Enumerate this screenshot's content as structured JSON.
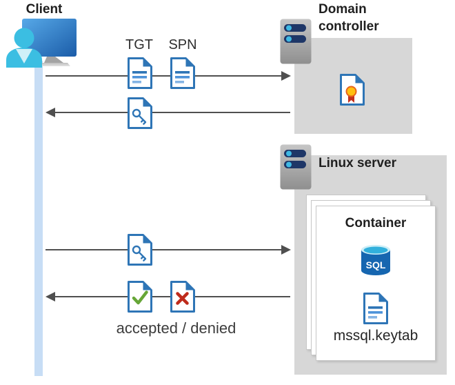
{
  "client": {
    "label": "Client"
  },
  "domain_controller": {
    "label": "Domain controller"
  },
  "linux_server": {
    "label": "Linux server"
  },
  "container": {
    "label": "Container",
    "sql_label": "SQL",
    "keytab_label": "mssql.keytab"
  },
  "messages": {
    "tgt_label": "TGT",
    "spn_label": "SPN",
    "result_label": "accepted / denied"
  },
  "icons": {
    "client": "person-at-monitor",
    "server": "rack-server",
    "document": "text-document",
    "ticket": "key-document",
    "accepted": "check-document",
    "denied": "x-document",
    "certificate": "certificate-document",
    "database": "sql-database-cylinder"
  },
  "colors": {
    "doc_blue": "#2E75B6",
    "person_cyan": "#3BBEE2",
    "monitor_blue": "#2F7CC4",
    "check_green": "#66A637",
    "deny_red": "#BE2A1B",
    "lifeline_blue": "#C7DDF5",
    "box_gray": "#D7D7D7",
    "arrow_gray": "#4F4F4F",
    "server_bar_navy": "#1E3667",
    "server_dot_cyan": "#3FB9E4",
    "sql_body_blue": "#1666B0",
    "sql_top_cyan": "#32B0DC",
    "seal_yellow": "#FFC010",
    "ribbon_red": "#C3301C"
  }
}
